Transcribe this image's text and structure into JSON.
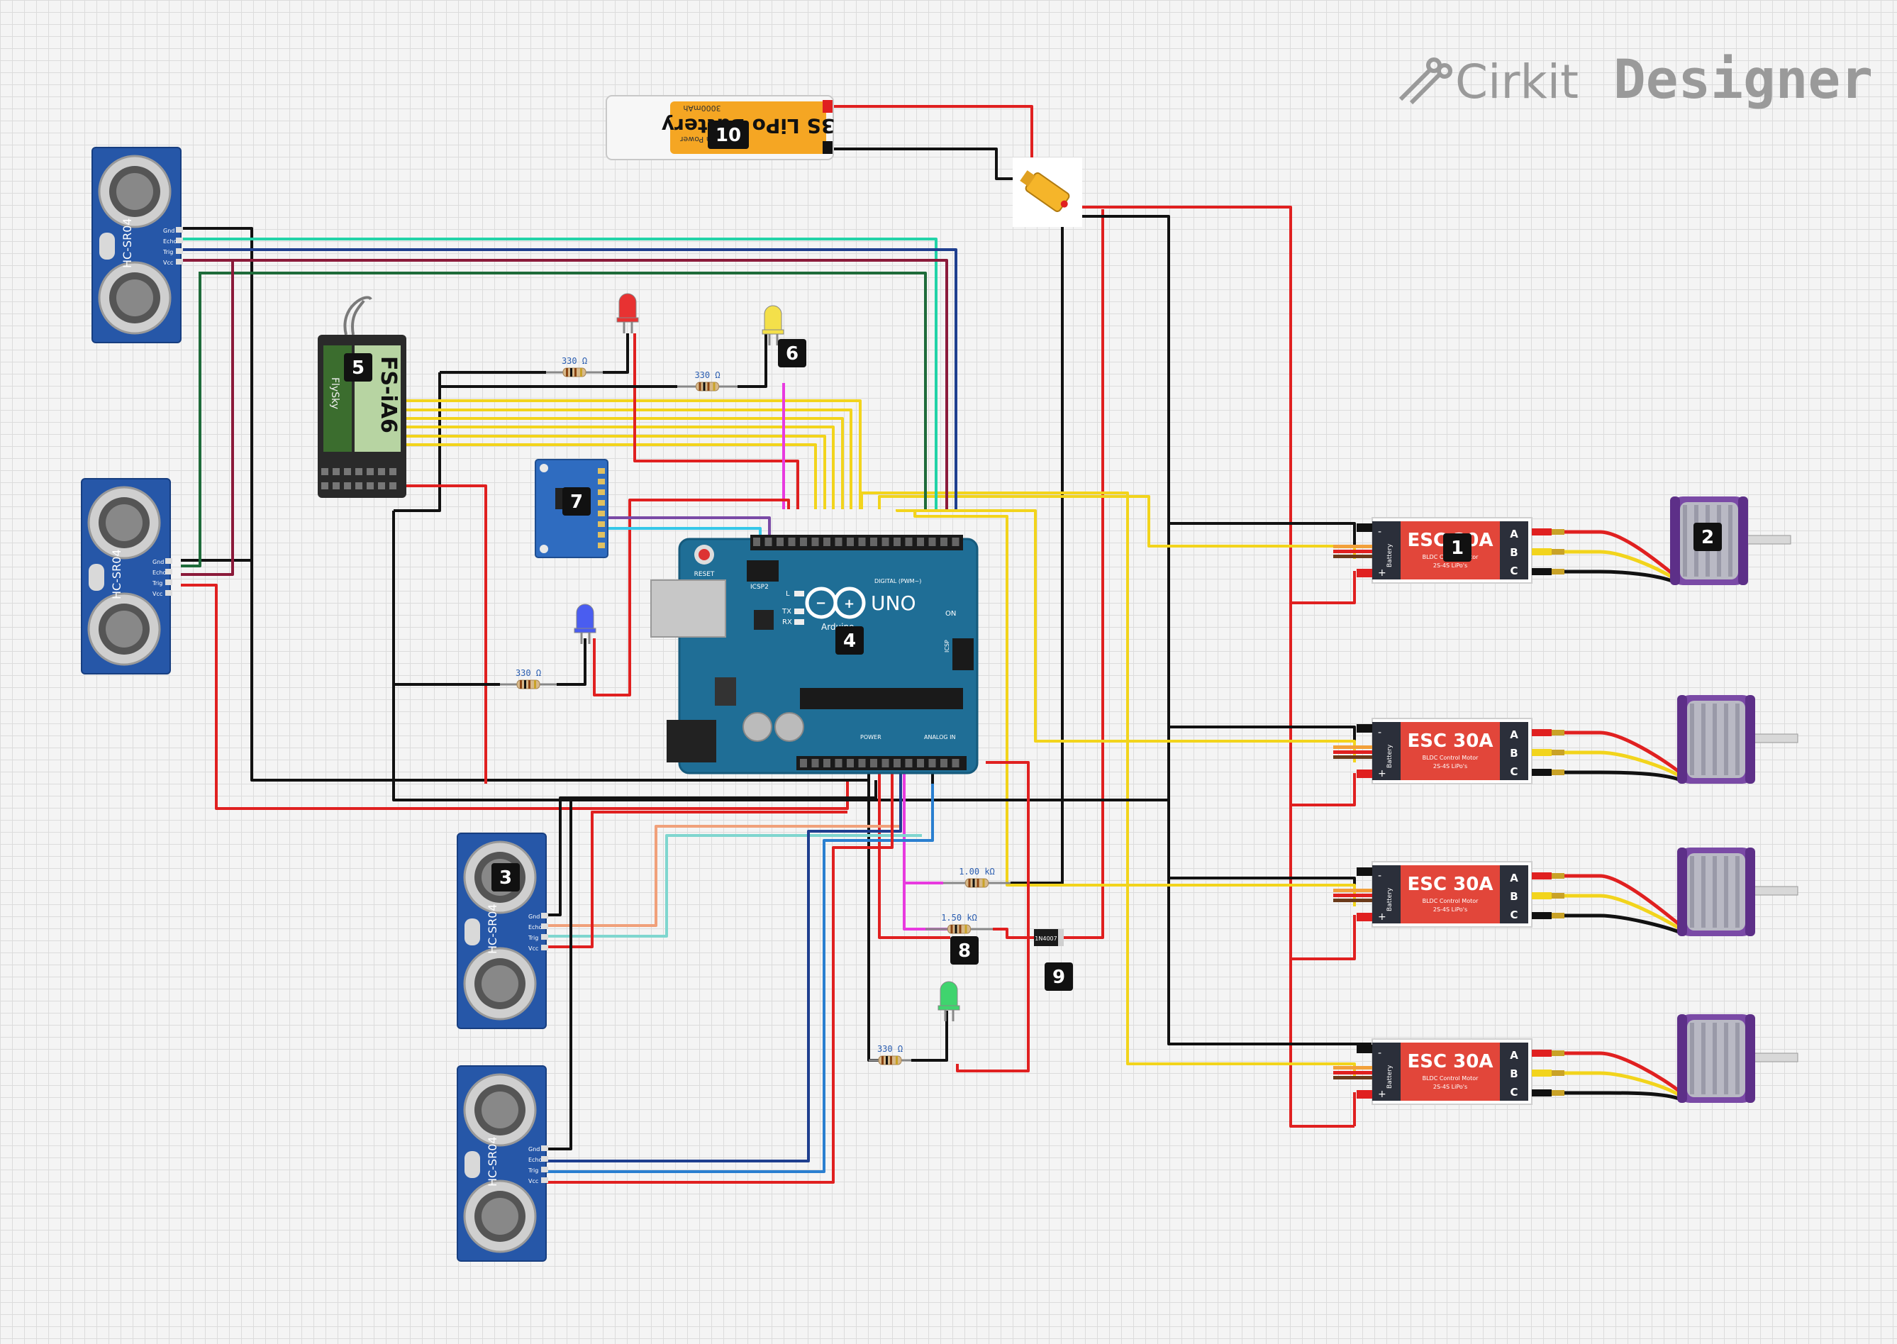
{
  "brand": {
    "name_a": "Cirkit",
    "name_b": "Designer"
  },
  "component_labels": [
    "1",
    "2",
    "3",
    "4",
    "5",
    "6",
    "7",
    "8",
    "9",
    "10"
  ],
  "esc": {
    "title": "ESC 30A",
    "sub1": "BLDC Control Motor",
    "sub2": "2S-4S LiPo's",
    "battery": "Battery",
    "plus": "+",
    "minus": "-",
    "phase_a": "A",
    "phase_b": "B",
    "phase_c": "C"
  },
  "sonar": {
    "model": "HC-SR04",
    "pins": [
      "Gnd",
      "Echo",
      "Trig",
      "Vcc"
    ]
  },
  "resistors": {
    "r330": "330 Ω",
    "r1k": "1.00 kΩ",
    "r1k5": "1.50 kΩ"
  },
  "diode": {
    "part": "1N4007"
  },
  "battery": {
    "title": "3S LiPo Battery",
    "sub1": "High Power",
    "sub2": "3000mAh"
  },
  "receiver": {
    "model": "FS-iA6",
    "brand": "FlySky"
  },
  "arduino": {
    "model": "UNO",
    "brand": "Arduino",
    "reset": "RESET",
    "icsp2": "ICSP2",
    "icsp": "ICSP",
    "l": "L",
    "tx": "TX",
    "rx": "RX",
    "on": "ON",
    "digital": "DIGITAL (PWM~)",
    "power": "POWER",
    "analog": "ANALOG IN"
  },
  "colors": {
    "red": "#e02020",
    "black": "#111111",
    "yellow": "#f2d41c",
    "magenta": "#e83adf",
    "cyan": "#35c7e8",
    "teal": "#22d3a8",
    "navy": "#1f3f8f",
    "maroon": "#8b1a3a",
    "darkgreen": "#1e6b3a",
    "salmon": "#f0a07a",
    "aqua": "#7fd6cf",
    "blue": "#2a7fd0",
    "esc_red": "#e2463a",
    "sonar_blue": "#2657a8",
    "uno_teal": "#1f6e96",
    "motor_purple": "#7a4aa6"
  }
}
